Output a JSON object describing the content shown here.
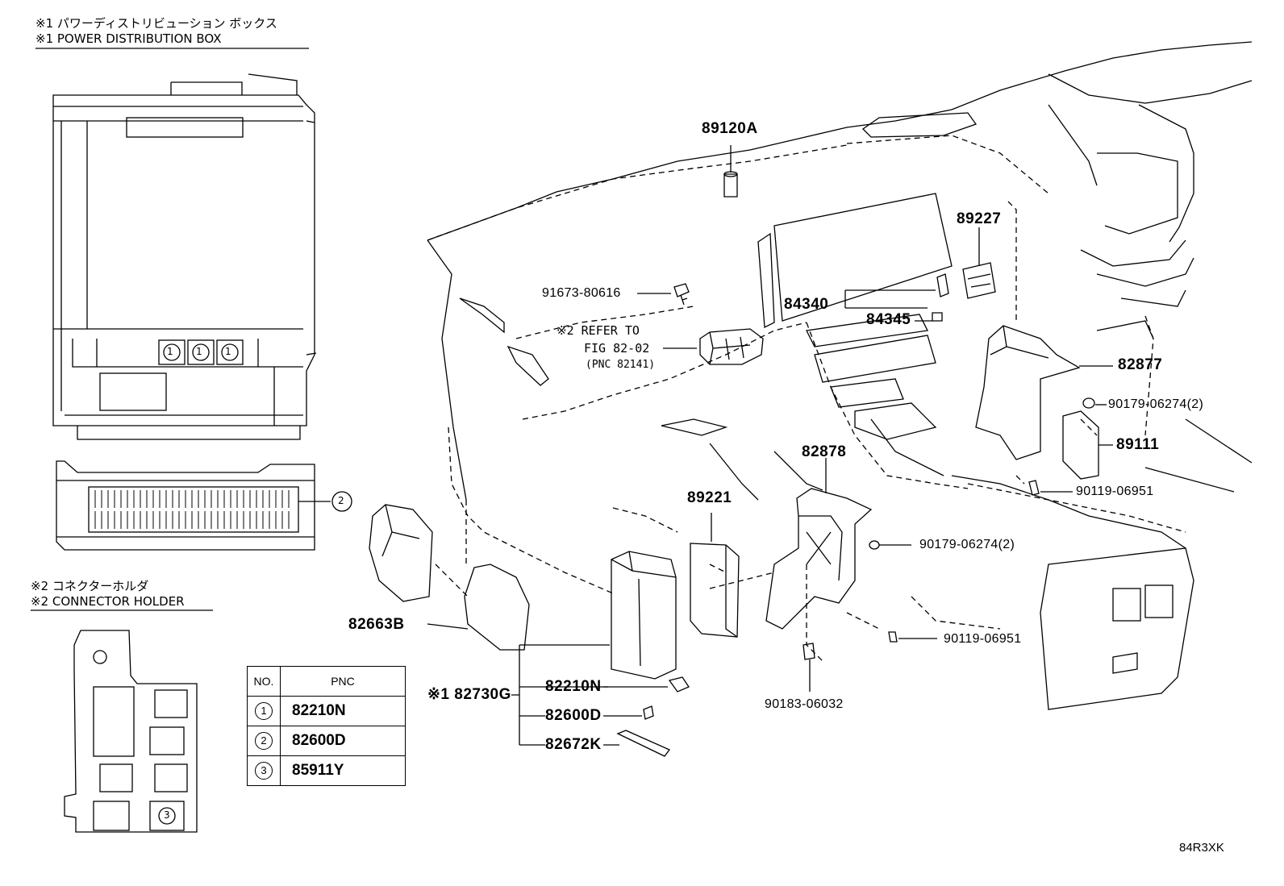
{
  "headers": {
    "pdb_jp": "※1 パワーディストリビューション ボックス",
    "pdb_en": "※1 POWER DISTRIBUTION BOX",
    "ch_jp": "※2 コネクターホルダ",
    "ch_en": "※2 CONNECTOR HOLDER"
  },
  "callouts": {
    "c1": "1",
    "c2": "2",
    "c3": "3"
  },
  "parts": {
    "p89120A": "89120A",
    "p91673": "91673-80616",
    "refer_line1": "※2 REFER TO",
    "refer_line2": "FIG 82-02",
    "refer_line3": "(PNC 82141)",
    "p89227": "89227",
    "p84340": "84340",
    "p84345": "84345",
    "p82877": "82877",
    "p90179a": "90179-06274(2)",
    "p89111": "89111",
    "p90119a": "90119-06951",
    "p82878": "82878",
    "p89221": "89221",
    "p90179b": "90179-06274(2)",
    "p90119b": "90119-06951",
    "p82663B": "82663B",
    "p82730G": "※1 82730G",
    "p82210N": "82210N",
    "p82600D": "82600D",
    "p82672K": "82672K",
    "p90183": "90183-06032"
  },
  "table": {
    "header_no": "NO.",
    "header_pnc": "PNC",
    "rows": [
      {
        "no": "1",
        "pnc": "82210N"
      },
      {
        "no": "2",
        "pnc": "82600D"
      },
      {
        "no": "3",
        "pnc": "85911Y"
      }
    ]
  },
  "figure_code": "84R3XK"
}
